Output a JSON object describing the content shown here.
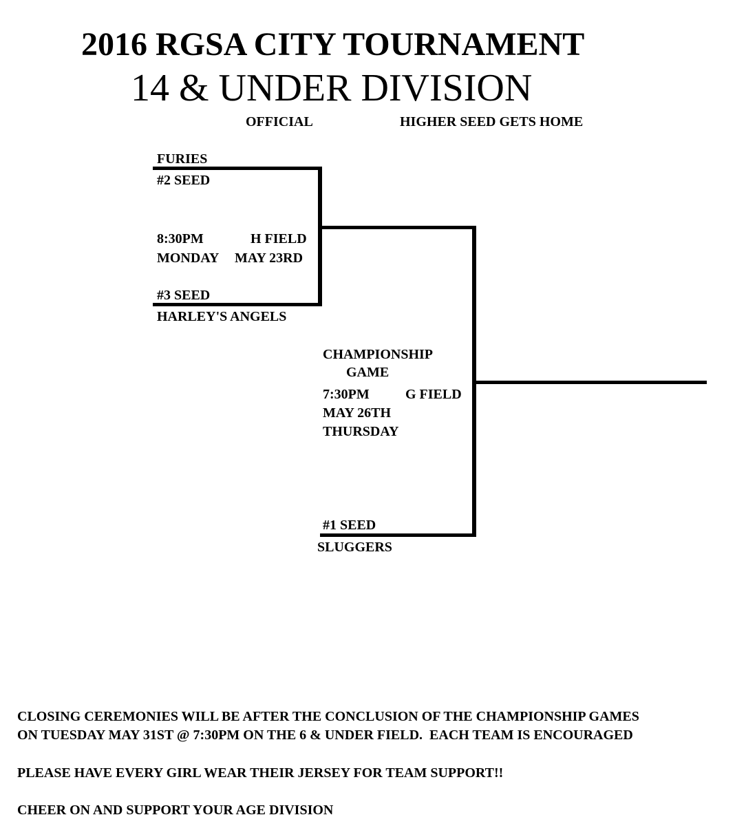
{
  "header": {
    "title": "2016 RGSA CITY TOURNAMENT",
    "division": "14 & UNDER DIVISION",
    "status": "OFFICIAL",
    "rule": "HIGHER SEED GETS HOME"
  },
  "semifinal": {
    "top_team": "FURIES",
    "top_seed": "#2 SEED",
    "time": "8:30PM",
    "field": "H FIELD",
    "day": "MONDAY",
    "date": "MAY 23RD",
    "bottom_seed": "#3 SEED",
    "bottom_team": "HARLEY'S ANGELS"
  },
  "championship": {
    "label_line1": "CHAMPIONSHIP",
    "label_line2": "GAME",
    "time": "7:30PM",
    "field": "G FIELD",
    "date": "MAY 26TH",
    "day": "THURSDAY",
    "bottom_seed": "#1 SEED",
    "bottom_team": "SLUGGERS"
  },
  "footer": {
    "line1": "CLOSING CEREMONIES WILL BE AFTER THE CONCLUSION OF THE CHAMPIONSHIP GAMES",
    "line2": "ON TUESDAY MAY 31ST @ 7:30PM ON THE 6 & UNDER FIELD.  EACH TEAM IS ENCOURAGED",
    "line3": "PLEASE HAVE EVERY GIRL WEAR THEIR JERSEY FOR TEAM SUPPORT!!",
    "line4": "CHEER ON AND SUPPORT YOUR AGE DIVISION"
  }
}
